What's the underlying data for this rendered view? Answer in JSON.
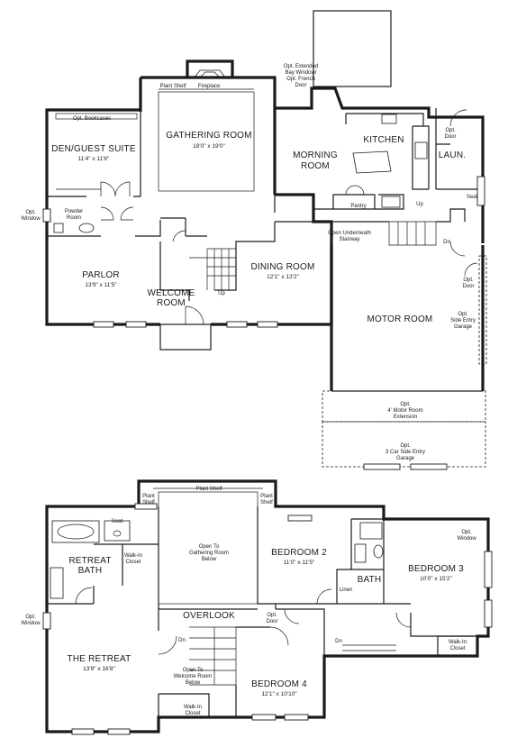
{
  "first_floor": {
    "gathering_room": {
      "name": "GATHERING ROOM",
      "dims": "18'0\" x 19'0\""
    },
    "plant_shelf": "Plant Shelf",
    "fireplace": "Fireplace",
    "opt_bookcases": "Opt. Bookcases",
    "den": {
      "name": "DEN/GUEST SUITE",
      "dims": "11'4\" x 11'6\""
    },
    "opt_window": [
      "Opt.",
      "Window"
    ],
    "powder_room": [
      "Powder",
      "Room"
    ],
    "opt_bay": [
      "Opt. Extended",
      "Bay Window/",
      "Opt. French",
      "Door"
    ],
    "kitchen": "KITCHEN",
    "morning_room": [
      "MORNING",
      "ROOM"
    ],
    "opt_door_kitchen": [
      "Opt.",
      "Door"
    ],
    "laundry": "LAUN.",
    "seat": "Seat",
    "pantry": "Pantry",
    "up_kitchen": "Up",
    "open_underneath": [
      "Open Underneath",
      "Stairway"
    ],
    "dn_stair": "Dn",
    "opt_door_garage": [
      "Opt.",
      "Door"
    ],
    "parlor": {
      "name": "PARLOR",
      "dims": "13'9\" x 11'5\""
    },
    "welcome_room": [
      "WELCOME",
      "ROOM"
    ],
    "up_stair": "Up",
    "dining_room": {
      "name": "DINING ROOM",
      "dims": "12'1\" x 13'2\""
    },
    "motor_room": "MOTOR ROOM",
    "opt_side_entry": [
      "Opt.",
      "Side Entry",
      "Garage"
    ],
    "opt_4_motor": [
      "Opt.",
      "4' Motor Room",
      "Extension"
    ],
    "opt_3_car": [
      "Opt.",
      "3 Car Side Entry",
      "Garage"
    ]
  },
  "second_floor": {
    "plant_shelf_top": "Plant Shelf",
    "plant_shelf_left": [
      "Plant",
      "Shelf"
    ],
    "plant_shelf_right": [
      "Plant",
      "Shelf"
    ],
    "seat": "Seat",
    "open_to_gathering": [
      "Open To",
      "Gathering Room",
      "Below"
    ],
    "bedroom2": {
      "name": "BEDROOM 2",
      "dims": "11'0\" x 11'5\""
    },
    "opt_window_right": [
      "Opt.",
      "Window"
    ],
    "bedroom3": {
      "name": "BEDROOM 3",
      "dims": "10'0\" x 15'2\""
    },
    "retreat_bath": [
      "RETREAT",
      "BATH"
    ],
    "walkin_closet_bath": [
      "Walk-In",
      "Closet"
    ],
    "bath": "BATH",
    "linen": "Linen",
    "overlook": "OVERLOOK",
    "opt_door": [
      "Opt.",
      "Door"
    ],
    "opt_window_left": [
      "Opt.",
      "Window"
    ],
    "dn_left": "Dn",
    "dn_right": "Dn",
    "walkin_closet_b3": [
      "Walk-In",
      "Closet"
    ],
    "the_retreat": {
      "name": "THE RETREAT",
      "dims": "13'9\" x 16'8\""
    },
    "open_to_welcome": [
      "Open To",
      "Welcome Room",
      "Below"
    ],
    "bedroom4": {
      "name": "BEDROOM 4",
      "dims": "12'1\" x 10'10\""
    },
    "walkin_closet_retreat": [
      "Walk-In",
      "Closet"
    ]
  }
}
